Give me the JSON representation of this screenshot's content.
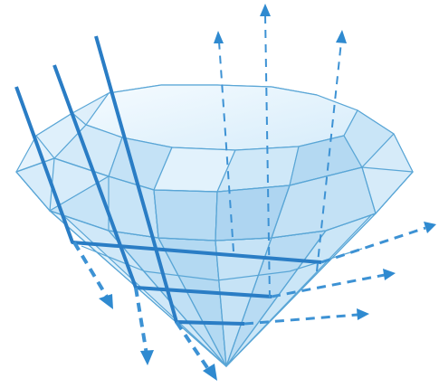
{
  "colors": {
    "background": "#ffffff",
    "facet_light": "#dff0fb",
    "facet_mid": "#c2e1f5",
    "facet_dark": "#a6d1ee",
    "facet_edge": "#5aa6d6",
    "incoming_ray": "#2a7dc5",
    "outgoing_ray": "#3d92d4"
  },
  "diagram": {
    "subject": "diamond-light-refraction",
    "incoming_ray_count": 3,
    "exit_top_ray_count": 3,
    "exit_side_ray_count": 3,
    "exit_bottom_ray_count": 3
  }
}
